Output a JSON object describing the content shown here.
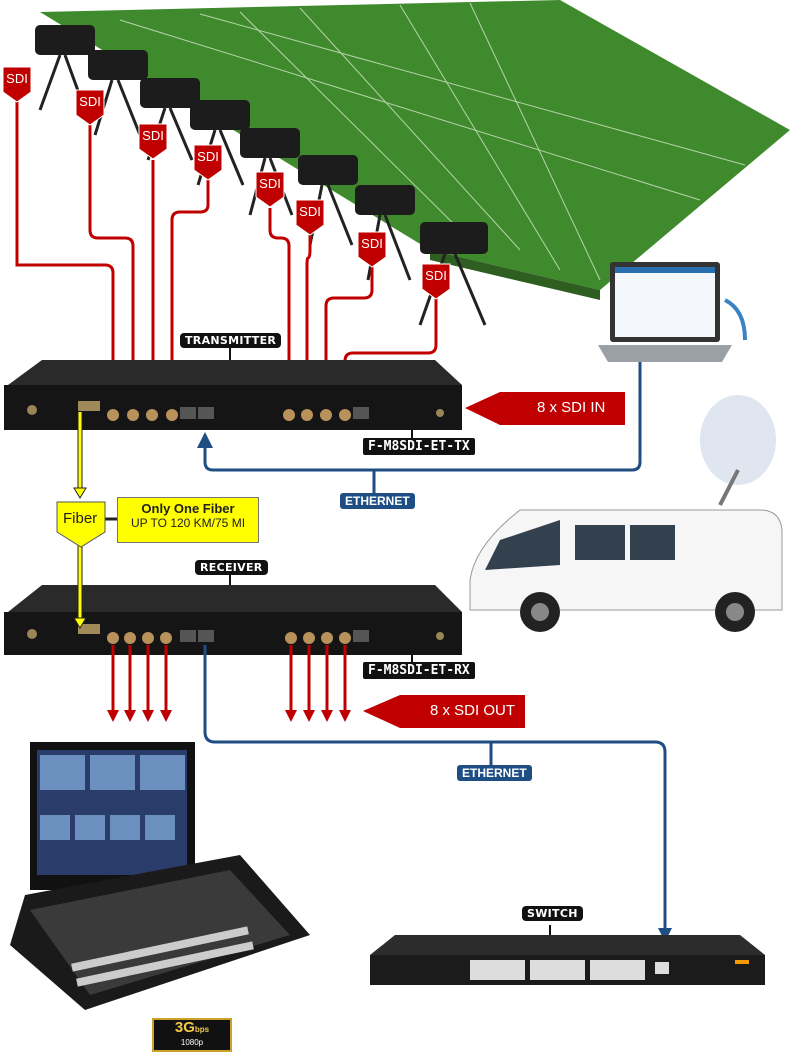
{
  "transmitter": {
    "label": "TRANSMITTER",
    "model": "F-M8SDI-ET-TX"
  },
  "receiver": {
    "label": "RECEIVER",
    "model": "F-M8SDI-ET-RX"
  },
  "sdi_tags": [
    "SDI",
    "SDI",
    "SDI",
    "SDI",
    "SDI",
    "SDI",
    "SDI",
    "SDI"
  ],
  "sdi_in": "8 x SDI IN",
  "sdi_out": "8 x SDI OUT",
  "ethernet_1": "ETHERNET",
  "ethernet_2": "ETHERNET",
  "fiber": {
    "tag": "Fiber",
    "title": "Only One Fiber",
    "distance": "UP TO 120 KM/75 MI"
  },
  "switch": {
    "label": "SWITCH"
  },
  "badge": {
    "main": "3G",
    "unit": "bps",
    "res": "1080p"
  },
  "colors": {
    "sdi": "#c00000",
    "ethernet": "#1f4e84",
    "fiber": "#ffff00"
  }
}
